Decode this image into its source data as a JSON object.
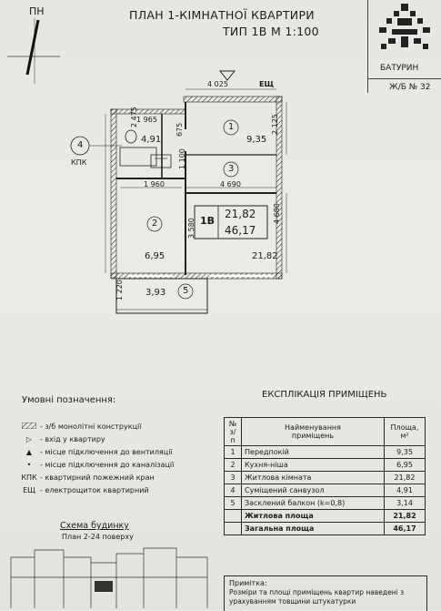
{
  "header": {
    "north_label": "ПН",
    "title_line1": "ПЛАН 1-КІМНАТНОЇ КВАРТИРИ",
    "title_line2": "ТИП 1В  М 1:100",
    "city": "БАТУРИН",
    "building": "Ж/Б № 32"
  },
  "plan": {
    "dims": {
      "top_width": "4 025",
      "panel": "ЕЩ",
      "d_1965": "1 965",
      "d_2475": "2 475",
      "d_675": "675",
      "d_2125": "2 125",
      "d_1100": "1 100",
      "d_1960": "1 960",
      "d_4690": "4 690",
      "d_3580": "3 580",
      "d_4680": "4 680",
      "d_1220": "1 220"
    },
    "areas": {
      "bath": "4,91",
      "hall": "9,35",
      "kitchen": "6,95",
      "living": "21,82",
      "balcony": "3,93"
    },
    "room_numbers": {
      "r1": "1",
      "r2": "2",
      "r3": "3",
      "r4": "4",
      "r5": "5"
    },
    "fire_hose_label": "КПК",
    "apartment_box": {
      "type": "1В",
      "living": "21,82",
      "total": "46,17"
    }
  },
  "legend": {
    "title": "Умовні позначення:",
    "items": [
      {
        "symbol": "hatch",
        "text": "- з/б монолітні конструкції"
      },
      {
        "symbol": "triangle-outline",
        "text": "- вхід у квартиру"
      },
      {
        "symbol": "triangle-filled",
        "text": "- місце підключення до вентиляції"
      },
      {
        "symbol": "dot",
        "text": "- місце підключення до каналізації"
      },
      {
        "symbol": "КПК",
        "text": "- квартирний пожежний кран"
      },
      {
        "symbol": "ЕЩ",
        "text": "- електрощиток квартирний"
      }
    ],
    "scheme_title": "Схема будинку",
    "scheme_subtitle": "План 2-24 поверху"
  },
  "explication": {
    "title": "ЕКСПЛІКАЦІЯ ПРИМІЩЕНЬ",
    "headers": {
      "num": "№\nз/п",
      "name": "Найменування\nприміщень",
      "area": "Площа,\nм²"
    },
    "rows": [
      {
        "n": "1",
        "name": "Передпокій",
        "area": "9,35"
      },
      {
        "n": "2",
        "name": "Кухня-ніша",
        "area": "6,95"
      },
      {
        "n": "3",
        "name": "Житлова кімната",
        "area": "21,82"
      },
      {
        "n": "4",
        "name": "Суміщений санвузол",
        "area": "4,91"
      },
      {
        "n": "5",
        "name": "Засклений балкон (k=0,8)",
        "area": "3,14"
      }
    ],
    "totals": [
      {
        "name": "Житлова площа",
        "area": "21,82"
      },
      {
        "name": "Загальна площа",
        "area": "46,17"
      }
    ]
  },
  "note": {
    "label": "Примітка:",
    "line1": "Розміри та площі приміщень квартир наведені з",
    "line2": "урахуванням товщини штукатурки"
  }
}
